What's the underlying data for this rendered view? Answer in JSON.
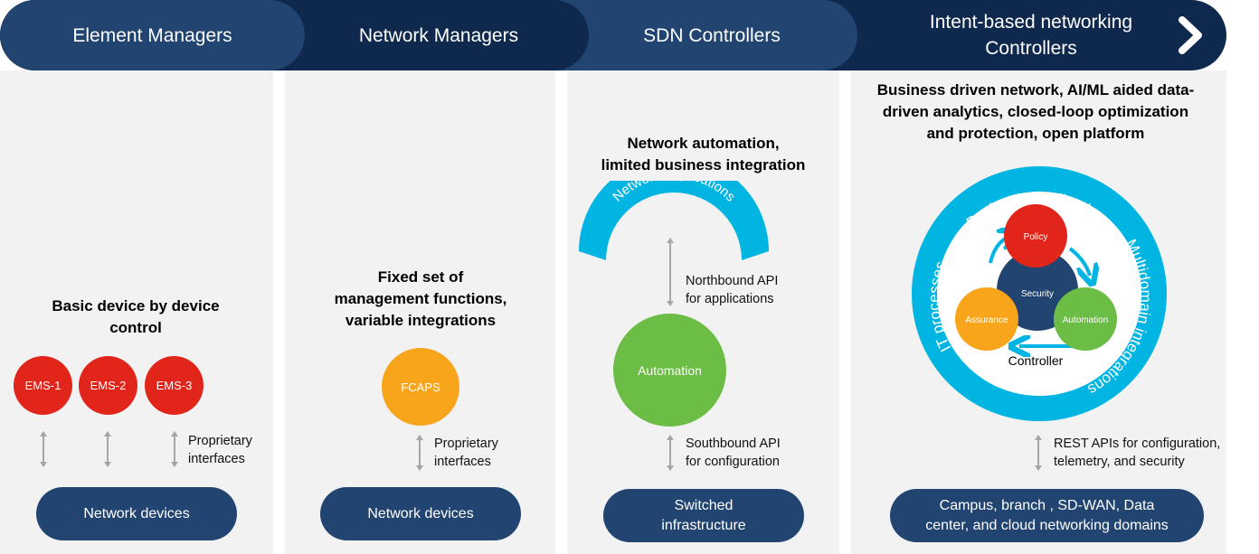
{
  "header": {
    "stages": [
      {
        "label": "Element Managers"
      },
      {
        "label": "Network Managers"
      },
      {
        "label": "SDN Controllers"
      },
      {
        "label": "Intent-based networking Controllers"
      }
    ],
    "next_icon": "chevron-right-icon"
  },
  "colors": {
    "dark_navy": "#0f284d",
    "navy": "#214470",
    "panel_bg": "#f2f2f2",
    "red": "#e1251b",
    "orange": "#f9a51b",
    "green": "#6cbd45",
    "cyan": "#00b5e2",
    "arrow_gray": "#a6a6a6"
  },
  "columns": [
    {
      "heading_lines": [
        "Basic device by device",
        "control"
      ],
      "nodes": [
        "EMS-1",
        "EMS-2",
        "EMS-3"
      ],
      "interface_lines": [
        "Proprietary",
        "interfaces"
      ],
      "base": "Network devices"
    },
    {
      "heading_lines": [
        "Fixed set of",
        "management functions,",
        "variable integrations"
      ],
      "nodes": [
        "FCAPS"
      ],
      "interface_lines": [
        "Proprietary",
        "interfaces"
      ],
      "base": "Network devices"
    },
    {
      "heading_lines": [
        "Network automation,",
        "limited business integration"
      ],
      "arc_label": "Network applications",
      "northbound_lines": [
        "Northbound API",
        "for applications"
      ],
      "nodes": [
        "Automation"
      ],
      "southbound_lines": [
        "Southbound API",
        "for configuration"
      ],
      "base_lines": [
        "Switched",
        "infrastructure"
      ]
    },
    {
      "heading_lines": [
        "Business driven network, AI/ML aided data-",
        "driven analytics, closed-loop optimization",
        "and protection, open platform"
      ],
      "ring_labels": {
        "top": "Business applications",
        "right": "Multidomain integrations",
        "left": "IT processes"
      },
      "cycle": {
        "center": "Security",
        "policy": "Policy",
        "automation": "Automation",
        "assurance": "Assurance",
        "caption": "Controller"
      },
      "api_lines": [
        "REST APIs for configuration,",
        "telemetry, and security"
      ],
      "base_lines": [
        "Campus, branch , SD-WAN, Data",
        "center, and cloud networking domains"
      ]
    }
  ]
}
